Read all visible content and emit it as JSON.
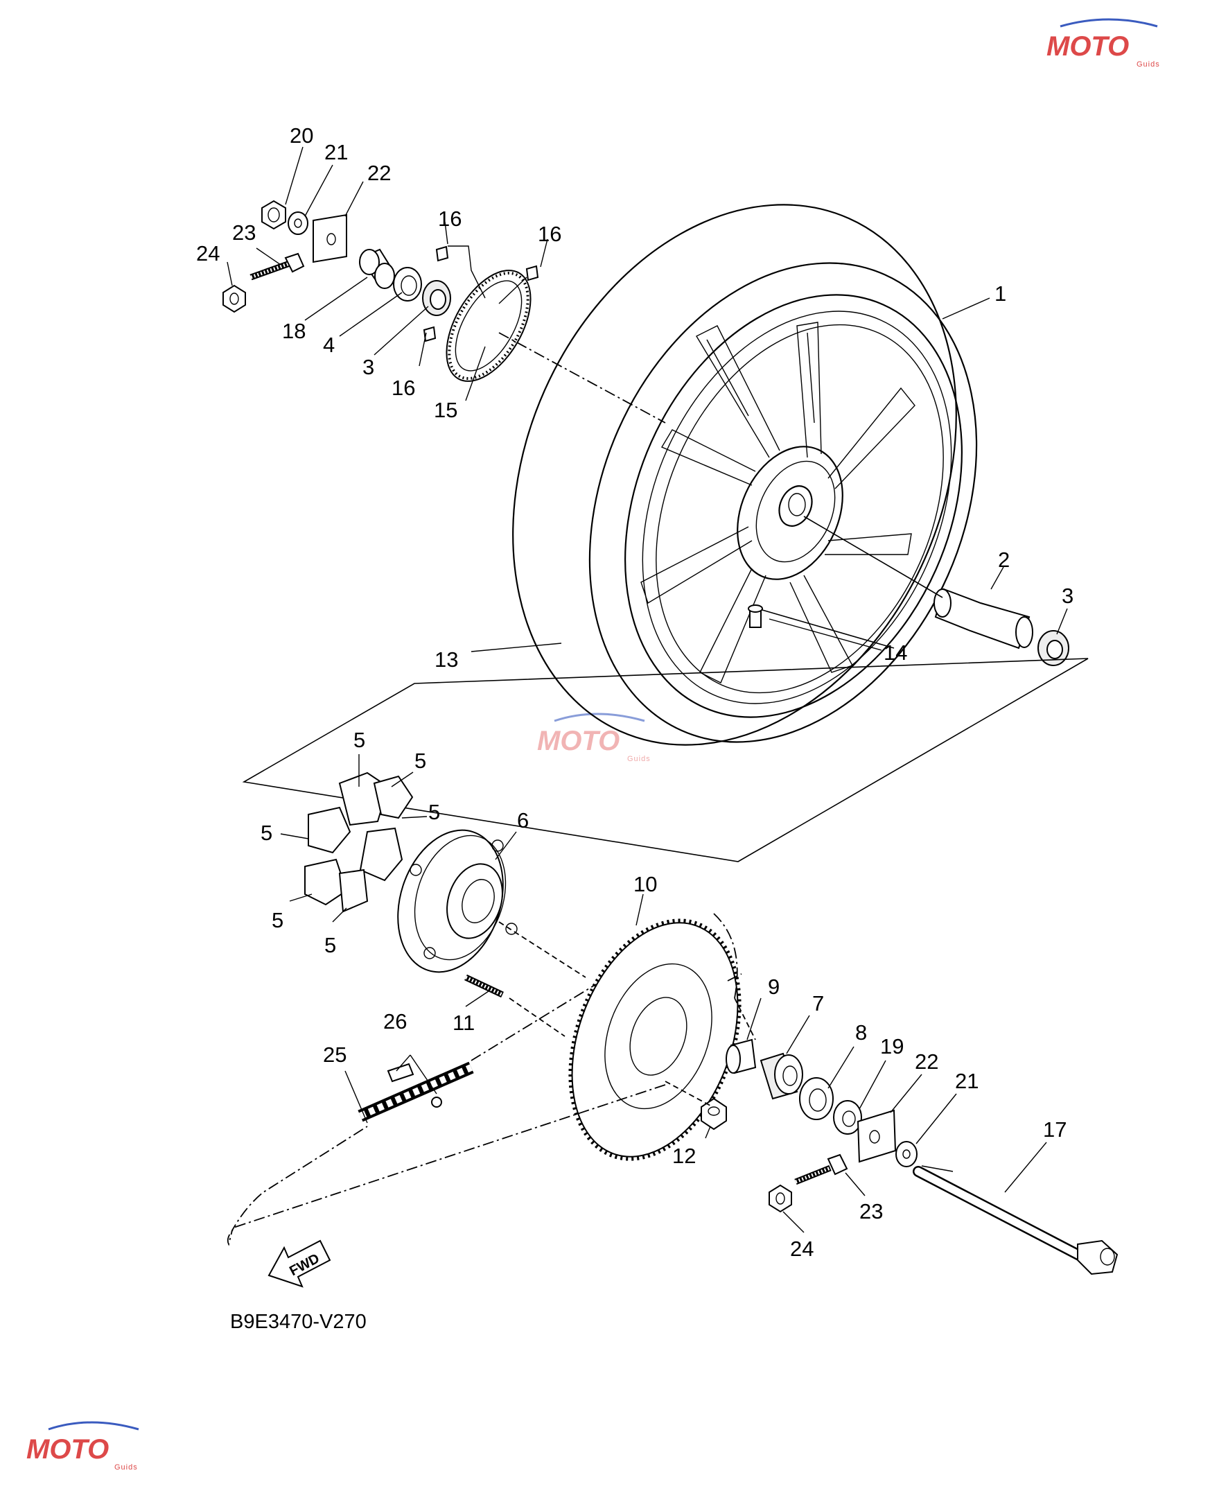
{
  "diagram_code": "B9E3470-V270",
  "fwd_label": "FWD",
  "watermark": {
    "brand": "MOTO",
    "sub": "Guids"
  },
  "callouts": {
    "c1": "1",
    "c2": "2",
    "c3a": "3",
    "c3b": "3",
    "c4": "4",
    "c5a": "5",
    "c5b": "5",
    "c5c": "5",
    "c5d": "5",
    "c5e": "5",
    "c5f": "5",
    "c6": "6",
    "c7": "7",
    "c8": "8",
    "c9": "9",
    "c10": "10",
    "c11": "11",
    "c12": "12",
    "c13": "13",
    "c14": "14",
    "c15": "15",
    "c16a": "16",
    "c16b": "16",
    "c16c": "16",
    "c17": "17",
    "c18": "18",
    "c19": "19",
    "c20": "20",
    "c21a": "21",
    "c21b": "21",
    "c22a": "22",
    "c22b": "22",
    "c23a": "23",
    "c23b": "23",
    "c24a": "24",
    "c24b": "24",
    "c25": "25",
    "c26": "26"
  }
}
